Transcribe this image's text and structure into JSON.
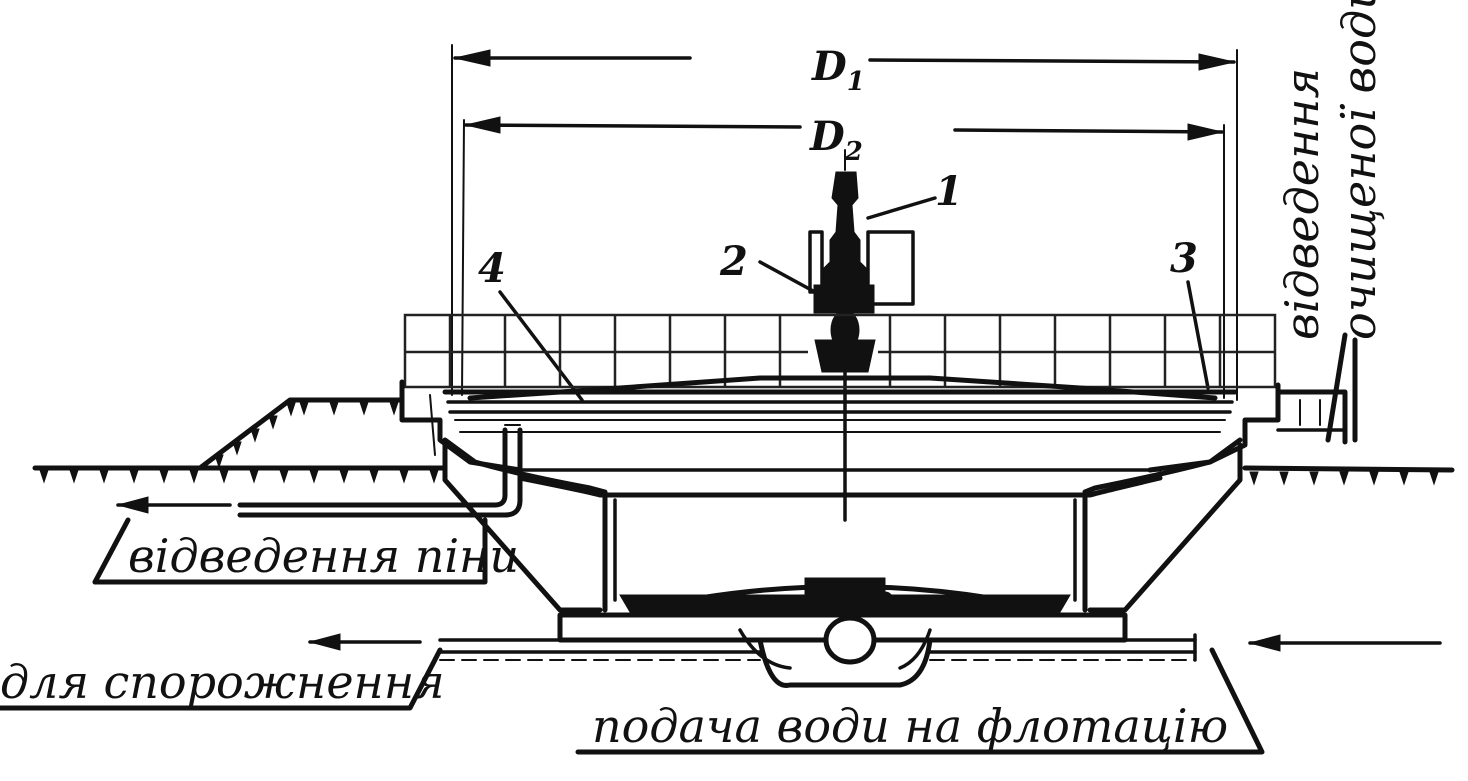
{
  "diagram": {
    "dimensions": {
      "d1": "D",
      "d1_sub": "1",
      "d2": "D",
      "d2_sub": "2"
    },
    "parts": {
      "p1": "1",
      "p2": "2",
      "p3": "3",
      "p4": "4"
    },
    "captions": {
      "foam_removal": "відведення піни",
      "drain": "для спорожнення",
      "water_supply": "подача води на флотацію",
      "clean_water_line1": "відведення",
      "clean_water_line2": "очищеної води"
    }
  }
}
